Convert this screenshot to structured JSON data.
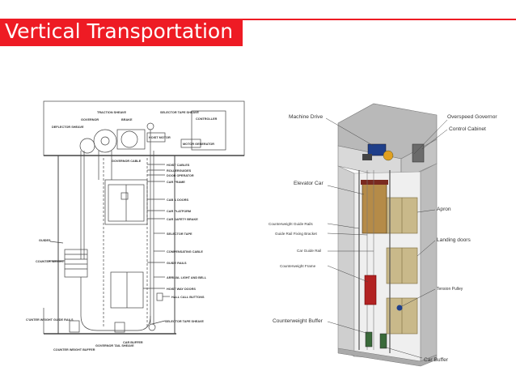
{
  "title": "Vertical Transportation",
  "colors": {
    "accent": "#ee1b24",
    "title_text": "#ffffff"
  },
  "left_diagram": {
    "labels": {
      "traction_sheave": "TRACTION SHEAVE",
      "governor": "GOVERNOR",
      "brake": "BRAKE",
      "selector_tape_sheave": "SELECTOR TAPE SHEAVE",
      "controller": "CONTROLLER",
      "deflector_sheave": "DEFLECTOR SHEAVE",
      "hoist_motor": "HOIST MOTOR",
      "motor_generator": "MOTOR GENERATOR",
      "governor_cable": "GOVERNOR CABLE",
      "hoist_cables": "HOIST CABLES",
      "rollerguides": "ROLLERGUIDES",
      "door_operator": "DOOR OPERATOR",
      "car_frame": "CAR FRAME",
      "cab_doors": "CAB & DOORS",
      "car_platform": "CAR PLATFORM",
      "car_safety_brake": "CAR SAFETY BRAKE",
      "selector_tape": "SELECTOR TAPE",
      "guides": "GUIDES",
      "compensating_cable": "COMPENSATING CABLE",
      "guide_rails": "GUIDE RAILS",
      "counter_weight": "COUNTER WEIGHT",
      "arrival_light_bell": "ARRIVAL LIGHT AND BELL",
      "hoistway_doors": "HOIST WAY DOORS",
      "hall_call_buttons": "HALL CALL BUTTONS",
      "counter_weight_guide_rails": "C'UNTER WEIGHT GUIDE RAILS",
      "selector_tape_sheave_bottom": "SELECTOR TAPE SHEAVE",
      "counter_weight_buffer": "COUNTER WEIGHT BUFFER",
      "governor_tail_sheave": "GOVERNOR TAIL SHEAVE",
      "car_buffer": "CAR BUFFER"
    }
  },
  "right_diagram": {
    "labels": {
      "machine_drive": "Machine Drive",
      "overspeed_governor": "Overspeed Governor",
      "control_cabinet": "Control Cabinet",
      "elevator_car": "Elevator Car",
      "apron": "Apron",
      "counterweight_guide_rails": "Counterweight Guide Rails",
      "guide_rail_fixing_bracket": "Guide Rail Fixing Bracket",
      "landing_doors": "Landing doors",
      "car_guide_rail": "Car Guide Rail",
      "counterweight_frame": "Counterweight Frame",
      "tension_pulley": "Tension Pulley",
      "counterweight_buffer": "Counterweight Buffer",
      "car_buffer": "Car Buffer"
    }
  }
}
